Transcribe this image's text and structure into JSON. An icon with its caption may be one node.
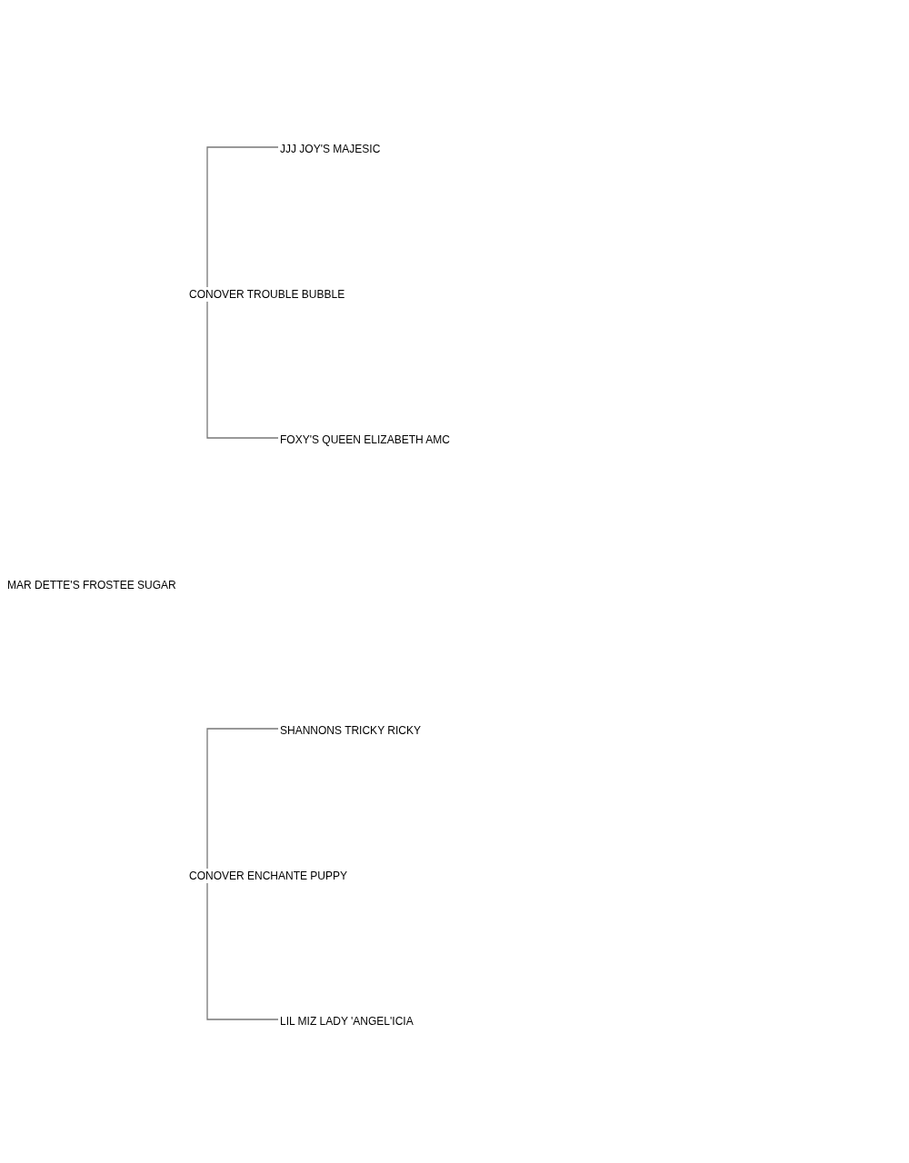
{
  "diagram": {
    "nodes": [
      {
        "text": [
          "JJJ JOY'S MAJESIC"
        ]
      },
      {
        "text": [
          "CONOVER TROUBLE BUBBLE"
        ]
      },
      {
        "text": [
          "FOXY'S QUEEN ELIZABETH AMC"
        ]
      },
      {
        "text": [
          "MAR DETTE'S FROSTEE SUGAR"
        ]
      },
      {
        "text": [
          "SHANNONS TRICKY RICKY"
        ]
      },
      {
        "text": [
          "CONOVER ENCHANTE PUPPY"
        ]
      },
      {
        "text": [
          "LIL MIZ LADY 'ANGEL'ICIA"
        ]
      }
    ],
    "edges": [
      {
        "from": 1,
        "to": 0,
        "arrow": "none"
      },
      {
        "from": 1,
        "to": 2,
        "arrow": "none"
      },
      {
        "from": 5,
        "to": 4,
        "arrow": "none"
      },
      {
        "from": 5,
        "to": 6,
        "arrow": "none"
      }
    ]
  }
}
